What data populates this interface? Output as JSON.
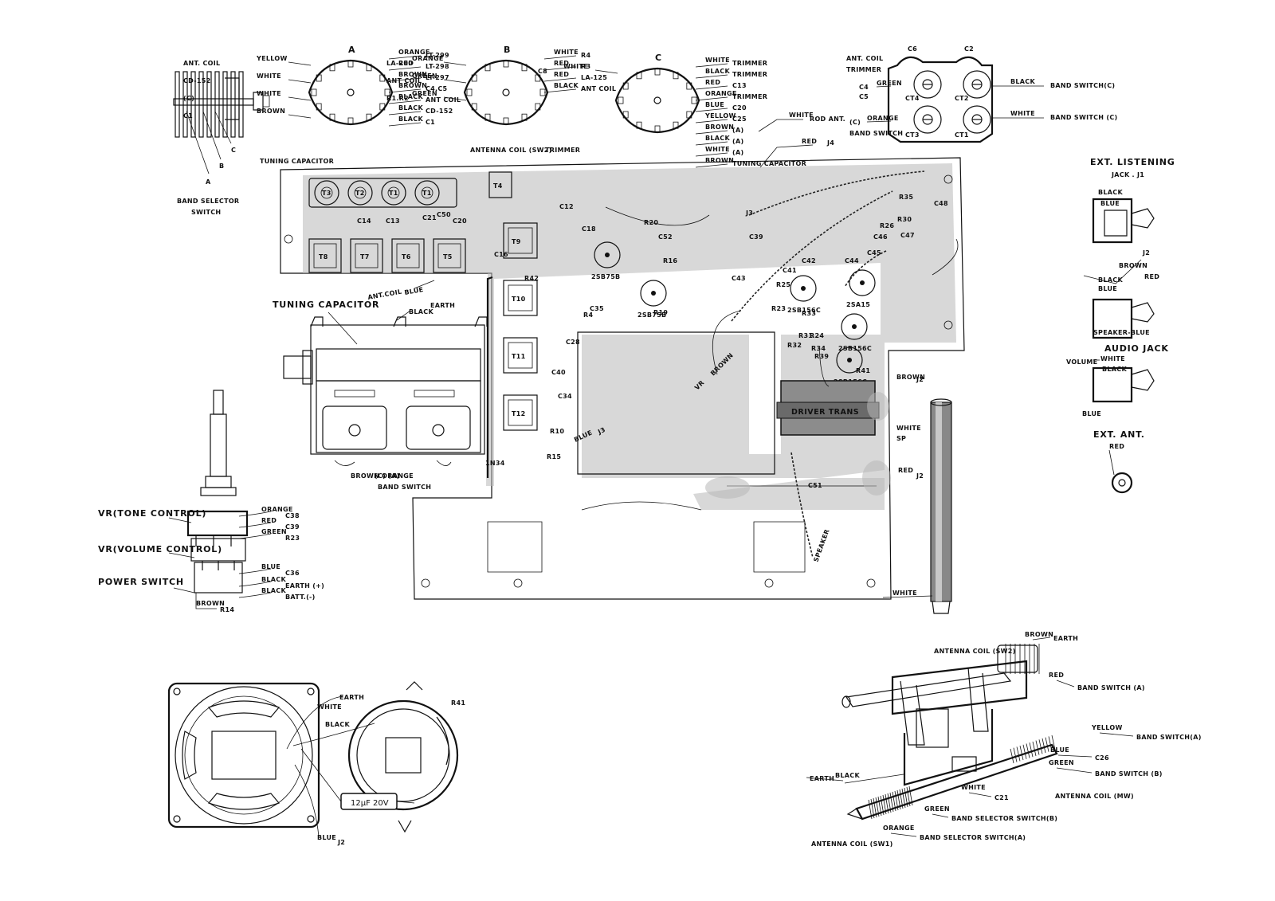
{
  "labels": {
    "band_selector_switch": [
      "BAND SELECTOR",
      "SWITCH"
    ],
    "switch_letters": [
      "A",
      "B",
      "C"
    ],
    "tuning_capacitor": "TUNING CAPACITOR",
    "tuning_cap_small": "TUNING CAPACITOR",
    "vr_tone": "VR(TONE CONTROL)",
    "vr_volume": "VR(VOLUME CONTROL)",
    "power_switch": "POWER SWITCH",
    "ext_listening": [
      "EXT. LISTENING",
      "JACK . J1"
    ],
    "audio_jack": "AUDIO JACK",
    "ext_ant": "EXT. ANT.",
    "ant_coil_trimmer": [
      "ANT. COIL",
      "TRIMMER"
    ],
    "driver_trans": "DRIVER TRANS",
    "antenna_coil_sw2": "ANTENNA COIL (SW2)",
    "antenna_coil_mw": "ANTENNA COIL (MW)",
    "antenna_coil_sw1": "ANTENNA COIL (SW1)",
    "antenna_coil_sw_top": "ANTENNA COIL (SW2)",
    "speaker_cap": "12μF 20V",
    "rod_ant": "ROD ANT.",
    "band_switch": "BAND SWITCH",
    "speaker_blue": "SPEAKER-BLUE",
    "speaker": "SPEAKER"
  },
  "switch_wafers": [
    {
      "letter": "A",
      "left": [
        [
          "ANT. COIL",
          "YELLOW"
        ],
        [
          "CD-152",
          "WHITE"
        ],
        [
          "(C)",
          "WHITE"
        ],
        [
          "C1",
          "BROWN"
        ]
      ],
      "right": [
        [
          "LT-299",
          "ORANGE"
        ],
        [
          "LT-298",
          "RED"
        ],
        [
          "LT-297",
          "BROWN"
        ],
        [
          "C4.C5",
          "BROWN"
        ],
        [
          "ANT COIL",
          "BLACK"
        ],
        [
          "CD-152",
          "BLACK"
        ],
        [
          "C1",
          "BLACK"
        ]
      ]
    },
    {
      "letter": "B",
      "left": [
        [
          "LA-200",
          "ORANGE"
        ],
        [
          "ANT COIL",
          "GREEN"
        ],
        [
          "R1.R2",
          "GREEN"
        ]
      ],
      "right": [
        [
          "R4",
          "WHITE"
        ],
        [
          "R3",
          "RED"
        ],
        [
          "LA-125",
          "RED"
        ],
        [
          "ANT COIL",
          "BLACK"
        ]
      ]
    },
    {
      "letter": "C",
      "left": [
        [
          "C8",
          "WHITE"
        ]
      ],
      "right": [
        [
          "TRIMMER",
          "WHITE"
        ],
        [
          "TRIMMER",
          "BLACK"
        ],
        [
          "C13",
          "RED"
        ],
        [
          "TRIMMER",
          "ORANGE"
        ],
        [
          "C20",
          "BLUE"
        ],
        [
          "C25",
          "YELLOW"
        ],
        [
          "(A)",
          "BROWN"
        ],
        [
          "(A)",
          "BLACK"
        ],
        [
          "(A)",
          "WHITE"
        ],
        [
          "TUNING CAPACITOR",
          "BROWN"
        ]
      ]
    }
  ],
  "trimmer": {
    "caps": [
      "C6",
      "C2"
    ],
    "cells": [
      "CT4",
      "CT2",
      "CT3",
      "CT1"
    ],
    "left": [
      [
        "C4",
        "GREEN"
      ],
      [
        "C5",
        ""
      ],
      [
        "(C)",
        "ORANGE"
      ],
      [
        "BAND SWITCH",
        ""
      ]
    ],
    "right": [
      [
        "BAND SWITCH(C)",
        "BLACK"
      ],
      [
        "BAND SWITCH (C)",
        "WHITE"
      ]
    ]
  },
  "wire_tags": [
    {
      "t": "J4",
      "c": "RED"
    },
    {
      "t": "ANTENNA COIL (SW2)",
      "c": "TRIMMER"
    },
    {
      "t": "ANT.COIL",
      "c": "BLUE"
    },
    {
      "t": "EARTH",
      "c": "BLACK"
    },
    {
      "t": "(C)  (A)",
      "c": "BROWN ORANGE"
    },
    {
      "t": "J3",
      "c": "BLUE"
    },
    {
      "t": "VR",
      "c": "BROWN"
    },
    {
      "t": "J2",
      "c": "BROWN"
    },
    {
      "t": "SP",
      "c": "WHITE"
    },
    {
      "t": "J2",
      "c": "RED"
    },
    {
      "t": "C51",
      "c": ""
    }
  ],
  "pcb_parts": [
    "T1",
    "T2",
    "T3",
    "T4",
    "T5",
    "T6",
    "T7",
    "T8",
    "T9",
    "T10",
    "T11",
    "T12",
    "C14",
    "C13",
    "C21",
    "C20",
    "C18",
    "C39",
    "C52",
    "C34",
    "C40",
    "C28",
    "C16",
    "C35",
    "C41",
    "C42",
    "C43",
    "C44",
    "C45",
    "C46",
    "C47",
    "C48",
    "C50",
    "C12",
    "R4",
    "R10",
    "R15",
    "R16",
    "R19",
    "R20",
    "R23",
    "R24",
    "R25",
    "R26",
    "R30",
    "R31",
    "R32",
    "R33",
    "R34",
    "R35",
    "R39",
    "R41",
    "R42",
    "1N34",
    "J3",
    "C1"
  ],
  "pcb_transistors": [
    "2SB75B",
    "2SB75B",
    "2SB156C",
    "2SB156C",
    "2SA15",
    "2SB156C"
  ],
  "controls": {
    "tone": [
      [
        "C38",
        "ORANGE"
      ],
      [
        "C39",
        "RED"
      ],
      [
        "R23",
        "GREEN"
      ]
    ],
    "volume": [
      [
        "C36",
        "BLUE"
      ],
      [
        "EARTH (+)",
        "BLACK"
      ],
      [
        "BATT.(-)",
        "BLACK"
      ]
    ],
    "power": [
      [
        "R14",
        "BROWN"
      ]
    ]
  },
  "jacks": {
    "j1": [
      "BLACK",
      "BLUE"
    ],
    "j2_wires": [
      "BROWN",
      "RED",
      "BLACK",
      "BLUE"
    ],
    "j2_label": "J2",
    "audio": [
      "WHITE",
      "BLACK",
      "BLUE"
    ],
    "audio_volume": "VOLUME",
    "ext_ant_wire": "RED"
  },
  "speaker_wires": [
    [
      "EARTH",
      "WHITE"
    ],
    [
      "",
      "BLACK"
    ],
    [
      "J2",
      "BLUE"
    ]
  ],
  "speaker_resistor": "R41",
  "antenna_assembly": [
    [
      "EARTH",
      "BROWN"
    ],
    [
      "BAND SWITCH (A)",
      "RED"
    ],
    [
      "BAND SWITCH(A)",
      "YELLOW"
    ],
    [
      "C26",
      "BLUE"
    ],
    [
      "BAND SWITCH (B)",
      "GREEN"
    ],
    [
      "EARTH",
      "BLACK"
    ],
    [
      "C21",
      "WHITE"
    ],
    [
      "BAND SELECTOR SWITCH(B)",
      "GREEN"
    ],
    [
      "BAND SELECTOR SWITCH(A)",
      "ORANGE"
    ]
  ],
  "rod_wire": "WHITE",
  "rod_ant_wire": "WHITE"
}
